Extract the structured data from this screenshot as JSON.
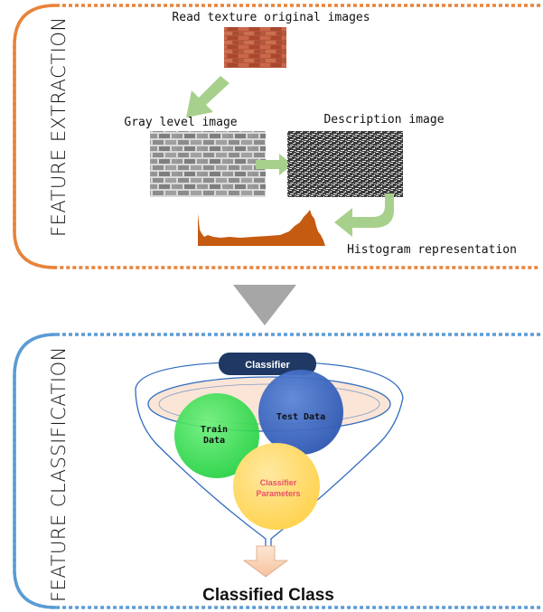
{
  "extraction": {
    "section_label": "FEATURE EXTRACTION",
    "original_label": "Read texture original images",
    "gray_label": "Gray level image",
    "description_label": "Description image",
    "histogram_label": "Histogram representation"
  },
  "classification": {
    "section_label": "FEATURE CLASSIFICATION",
    "classifier_label": "Classifier",
    "train_label_1": "Train",
    "train_label_2": "Data",
    "test_label": "Test Data",
    "params_label_1": "Classifier",
    "params_label_2": "Parameters",
    "output_label": "Classified Class"
  },
  "colors": {
    "extraction_border": "#e8833a",
    "classification_border": "#5b9bd5",
    "arrow_green": "#a8d08d",
    "histogram": "#c55a11",
    "classifier_badge": "#1f3864",
    "train_circle": "#22dd44",
    "test_circle": "#3a66c4",
    "params_circle": "#ffd966",
    "funnel_fill": "#fbe5d6",
    "output_arrow": "#f8cbad"
  }
}
